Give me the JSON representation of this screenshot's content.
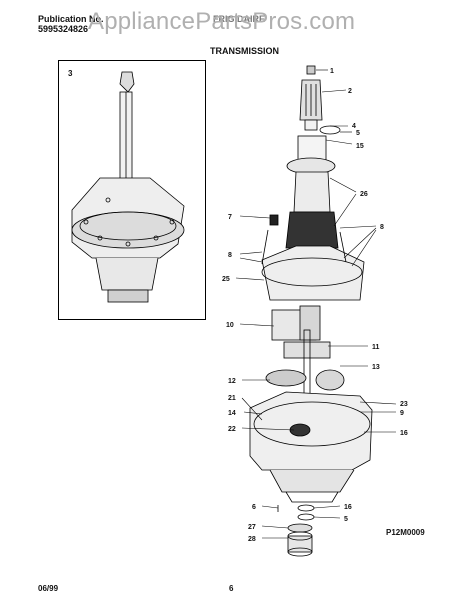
{
  "header": {
    "publication_label": "Publication No.",
    "publication_number": "5995324826",
    "model_text": "FRIGIDAIRE",
    "section_title": "TRANSMISSION"
  },
  "watermark": "AppliancePartsPros.com",
  "inset": {
    "label": "3"
  },
  "diagram_code": "P12M0009",
  "footer": {
    "date": "06/99",
    "page": "6"
  },
  "callouts": {
    "c1": "1",
    "c2": "2",
    "c4": "4",
    "c5a": "5",
    "c15": "15",
    "c26": "26",
    "c7": "7",
    "c8a": "8",
    "c8b": "8",
    "c25": "25",
    "c10": "10",
    "c11": "11",
    "c13": "13",
    "c12": "12",
    "c21": "21",
    "c14": "14",
    "c22": "22",
    "c23": "23",
    "c9": "9",
    "c16a": "16",
    "c6": "6",
    "c16b": "16",
    "c5b": "5",
    "c27": "27",
    "c28": "28"
  }
}
